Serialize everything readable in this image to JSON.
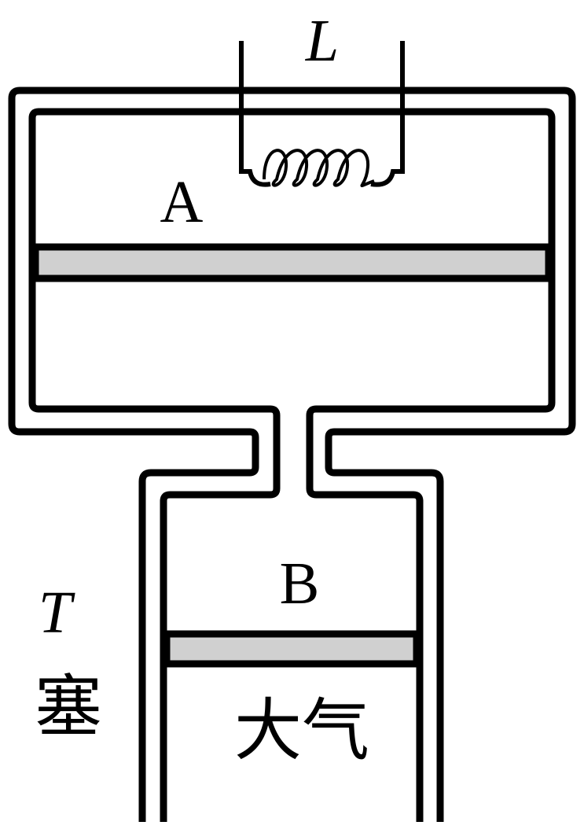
{
  "diagram": {
    "inductor_label": "L",
    "chamber_a_label": "A",
    "chamber_b_label": "B",
    "temperature_label": "T",
    "plug_label": "塞",
    "atmosphere_label": "大气"
  },
  "colors": {
    "outline": "#000000",
    "piston_fill": "#d0d0d0",
    "background": "#ffffff"
  }
}
